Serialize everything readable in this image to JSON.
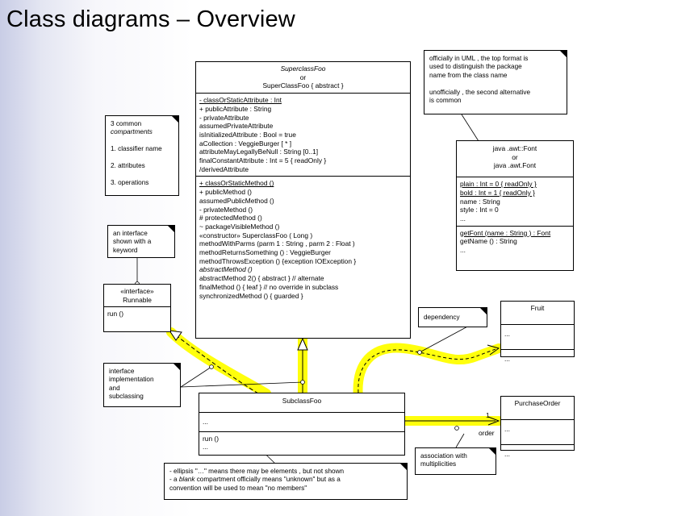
{
  "title": "Class diagrams – Overview",
  "superclass": {
    "name_italic": "SuperclassFoo",
    "or": "or",
    "name_alt": "SuperClassFoo   { abstract }",
    "attributes": [
      {
        "text": "- classOrStaticAttribute    : Int",
        "style": "ul"
      },
      {
        "text": "+ publicAttribute   : String",
        "style": ""
      },
      {
        "text": "- privateAttribute",
        "style": ""
      },
      {
        "text": "assumedPrivateAttribute",
        "style": ""
      },
      {
        "text": "isInitializedAttribute    : Bool = true",
        "style": ""
      },
      {
        "text": "aCollection   : VeggieBurger   [ * ]",
        "style": ""
      },
      {
        "text": "attributeMayLegallyBeNull    : String  [0..1]",
        "style": ""
      },
      {
        "text": "finalConstantAttribute    : Int = 5  { readOnly  }",
        "style": ""
      },
      {
        "text": "/derivedAttribute",
        "style": ""
      }
    ],
    "operations": [
      {
        "text": "+ classOrStaticMethod    ()",
        "style": "ul"
      },
      {
        "text": "+ publicMethod  ()",
        "style": ""
      },
      {
        "text": "assumedPublicMethod    ()",
        "style": ""
      },
      {
        "text": "- privateMethod  ()",
        "style": ""
      },
      {
        "text": "# protectedMethod  ()",
        "style": ""
      },
      {
        "text": "~ packageVisibleMethod    ()",
        "style": ""
      },
      {
        "text": "«constructor» SuperclassFoo     ( Long  )",
        "style": ""
      },
      {
        "text": "methodWithParms   (parm 1 : String , parm 2 : Float )",
        "style": ""
      },
      {
        "text": "methodReturnsSomething    () : VeggieBurger",
        "style": ""
      },
      {
        "text": "methodThrowsException     () {exception IOException    }",
        "style": ""
      },
      {
        "text": "abstractMethod  ()",
        "style": "it"
      },
      {
        "text": "abstractMethod  2() { abstract  }   // alternate",
        "style": ""
      },
      {
        "text": "finalMethod  () { leaf  }  // no override in subclass",
        "style": ""
      },
      {
        "text": "synchronizedMethod    () { guarded  }",
        "style": ""
      }
    ]
  },
  "runnable": {
    "stereotype": "«interface»",
    "name": "Runnable",
    "operation": "run ()"
  },
  "subclass": {
    "name": "SubclassFoo",
    "attributes": [
      "..."
    ],
    "operations": [
      "run ()",
      "..."
    ]
  },
  "font": {
    "name1": "java .awt::Font",
    "or": "or",
    "name2": "java .awt.Font",
    "attributes": [
      {
        "text": "plain  : Int = 0 { readOnly  }",
        "style": "ul"
      },
      {
        "text": "bold  : Int = 1 { readOnly  }",
        "style": "ul"
      },
      {
        "text": "name  : String",
        "style": ""
      },
      {
        "text": "style  : Int = 0",
        "style": ""
      },
      {
        "text": "...",
        "style": ""
      }
    ],
    "operations": [
      {
        "text": "getFont (name  : String ) : Font",
        "style": "ul"
      },
      {
        "text": "getName () : String",
        "style": ""
      },
      {
        "text": "...",
        "style": ""
      }
    ]
  },
  "fruit": {
    "name": "Fruit",
    "attributes": [
      "..."
    ],
    "operations": [
      "..."
    ]
  },
  "purchase_order": {
    "name": "PurchaseOrder",
    "attributes": [
      "..."
    ],
    "operations": [
      "..."
    ]
  },
  "notes": {
    "compartments": [
      "3 common",
      "compartments",
      "",
      "1. classifier name",
      "",
      "2. attributes",
      "",
      "3. operations"
    ],
    "interface_keyword": [
      "an interface",
      "shown with a",
      "keyword"
    ],
    "uml_format": [
      "officially in UML   , the top format is",
      "used to distinguish the package",
      "name from the class name",
      "",
      "unofficially  , the second alternative",
      "is common"
    ],
    "dependency": [
      "dependency"
    ],
    "implementation": [
      "interface",
      "implementation",
      "and",
      "subclassing"
    ],
    "association": [
      "association with",
      "multiplicities"
    ],
    "ellipsis": [
      "- ellipsis \"…\" means there may be elements      , but not shown",
      "- a blank compartment officially means \"unknown\" but as a",
      "convention will be used to mean \"no members\""
    ]
  },
  "association_labels": {
    "multiplicity": "1",
    "role": "order"
  },
  "colors": {
    "highlight": "#ffff00",
    "line": "#000000"
  }
}
